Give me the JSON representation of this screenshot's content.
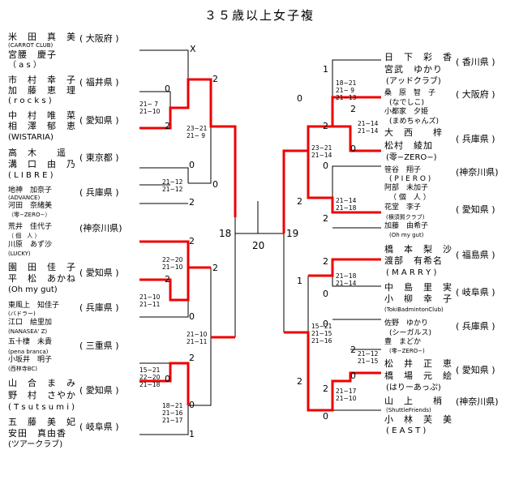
{
  "title": "３５歳以上女子複",
  "left_pairs": [
    {
      "p1": "米　田　真　美",
      "p2": "宮腰　慶子",
      "club": "(CARROT CLUB)",
      "club2": "（ a s ）",
      "pref": "( 大阪府 )"
    },
    {
      "p1": "市　村　幸　子",
      "p2": "加　藤　恵　理",
      "club": "( r o c k s )",
      "pref": "( 福井県 )"
    },
    {
      "p1": "中　村　唯　菜",
      "p2": "相　澤　郁　恵",
      "club": "(WISTARIA)",
      "pref": "( 愛知県 )"
    },
    {
      "p1": "高　木　　遥",
      "p2": "溝　口　由　乃",
      "club": "( L I B R E )",
      "pref": "( 東京都 )"
    },
    {
      "p1": "地神　加奈子",
      "p2": "河田　奈緒美",
      "club": "(ADVANCE)",
      "club2": "（零−ZERO−）",
      "pref": "( 兵庫県 )"
    },
    {
      "p1": "荒井　佳代子",
      "p2": "川原　あず沙",
      "club": "（ 個　人 ）",
      "club2": "(LUCKY)",
      "pref": "(神奈川県)"
    },
    {
      "p1": "園　田　佳　子",
      "p2": "平　松　あかね",
      "club": "(Oh my gut)",
      "pref": "( 愛知県 )"
    },
    {
      "p1": "東風上　知佳子",
      "p2": "江口　絵里加",
      "club": "(バドラー)",
      "club2": "(NANASEA' Z)",
      "pref": "( 兵庫県 )"
    },
    {
      "p1": "五十棲　未貴",
      "p2": "小坂井　明子",
      "club": "(pena branca)",
      "club2": "(西林寺BC)",
      "pref": "( 三重県 )"
    },
    {
      "p1": "山　合　ま　み",
      "p2": "野　村　さやか",
      "club": "( T s u t s u m i )",
      "pref": "( 愛知県 )"
    },
    {
      "p1": "五　藤　美　妃",
      "p2": "安田　真由香",
      "club": "(ツアークラブ)",
      "pref": "( 岐阜県 )"
    }
  ],
  "right_pairs": [
    {
      "p1": "日　下　彩　香",
      "p2": "宮武　ゆかり",
      "club": "(アッドクラブ)",
      "pref": "( 香川県 )"
    },
    {
      "p1": "桑　原　智　子",
      "p2": "小都家　夕姫",
      "club": "(なでしこ)",
      "club2": "(まめちゃんズ)",
      "pref": "( 大阪府 )"
    },
    {
      "p1": "大　西　　梓",
      "p2": "松村　綾加",
      "club": "(零−ZERO−)",
      "pref": "( 兵庫県 )"
    },
    {
      "p1": "笹谷　翔子",
      "p2": "阿部　未加子",
      "club": "( P I E R O )",
      "club2": "（ 個　人 ）",
      "pref": "(神奈川県)"
    },
    {
      "p1": "花堂　李子",
      "p2": "加藤　由希子",
      "club": "(横須賀クラブ)",
      "club2": "(Oh my gut)",
      "pref": "( 愛知県 )"
    },
    {
      "p1": "橋　本　梨　沙",
      "p2": "渡部　有希名",
      "club": "( M A R R Y )",
      "pref": "( 福島県 )"
    },
    {
      "p1": "中　島　里　実",
      "p2": "小　柳　幸　子",
      "club": "(TokiBadmintonClub)",
      "pref": "( 岐阜県 )"
    },
    {
      "p1": "佐野　ゆかり",
      "p2": "豊　まどか",
      "club": "(シーガルス)",
      "club2": "(零−ZERO−)",
      "pref": "( 兵庫県 )"
    },
    {
      "p1": "松　井　正　恵",
      "p2": "橋　場　元　絵",
      "club": "(はりーあっぷ)",
      "pref": "( 愛知県 )"
    },
    {
      "p1": "山　上　　梢",
      "p2": "小　林　芙　美",
      "club": "(ShuttleFriends)",
      "club2": "( E A S T )",
      "pref": "(神奈川県)"
    }
  ],
  "left_scores": {
    "r1_top": "X",
    "m_a_top": "0",
    "m_a_bot": "2",
    "m_a_set": "21− 7\n21−10",
    "m_b_top": "0",
    "m_b_bot": "2",
    "m_b_set": "21−12\n21−12",
    "qf1_top": "2",
    "qf1_bot": "0",
    "qf1_set": "23−21\n21− 9",
    "m_c_top": "2",
    "m_c_bot": "0",
    "m_c_set": "21−10\n21−11",
    "m_c_r": "2",
    "m_cc_set": "22−20\n21−10",
    "m_d_top": "2",
    "m_d_bot": "0",
    "m_d_set": "15−21\n22−20\n21−18",
    "m_e_top": "2",
    "m_e_bot": "0",
    "m_e_set": "18−21\n21−16\n21−17",
    "m_e_r": "1",
    "qf2_set": "21−10\n21−11",
    "sf_score": "18"
  },
  "right_scores": {
    "m_a_top": "1",
    "m_a_mid": "2",
    "m_a_set": "18−21\n21− 9\n21−13",
    "m_b_top": "2",
    "m_b_bot": "0",
    "m_b_set": "21−14\n21−14",
    "qf1_top": "0",
    "qf1_bot": "2",
    "qf1_set": "23−21\n21−14",
    "m_c_top": "2",
    "m_c_bot": "0",
    "m_c_set": "21−14\n21−18",
    "m_d_top": "2",
    "m_d_bot": "0",
    "m_d_set": "21−18\n21−14",
    "m_d_r": "1",
    "m_e_top": "2",
    "m_e_bot": "0",
    "m_e_set": "21−12\n21−15",
    "m_f_set": "21−17\n21−10",
    "m_f_top": "2",
    "m_f_bot": "0",
    "qf2_set": "15−21\n21−15\n21−16",
    "qf2_top": "0",
    "qf2_bot": "2",
    "sf_score": "19"
  },
  "final_score": "20"
}
